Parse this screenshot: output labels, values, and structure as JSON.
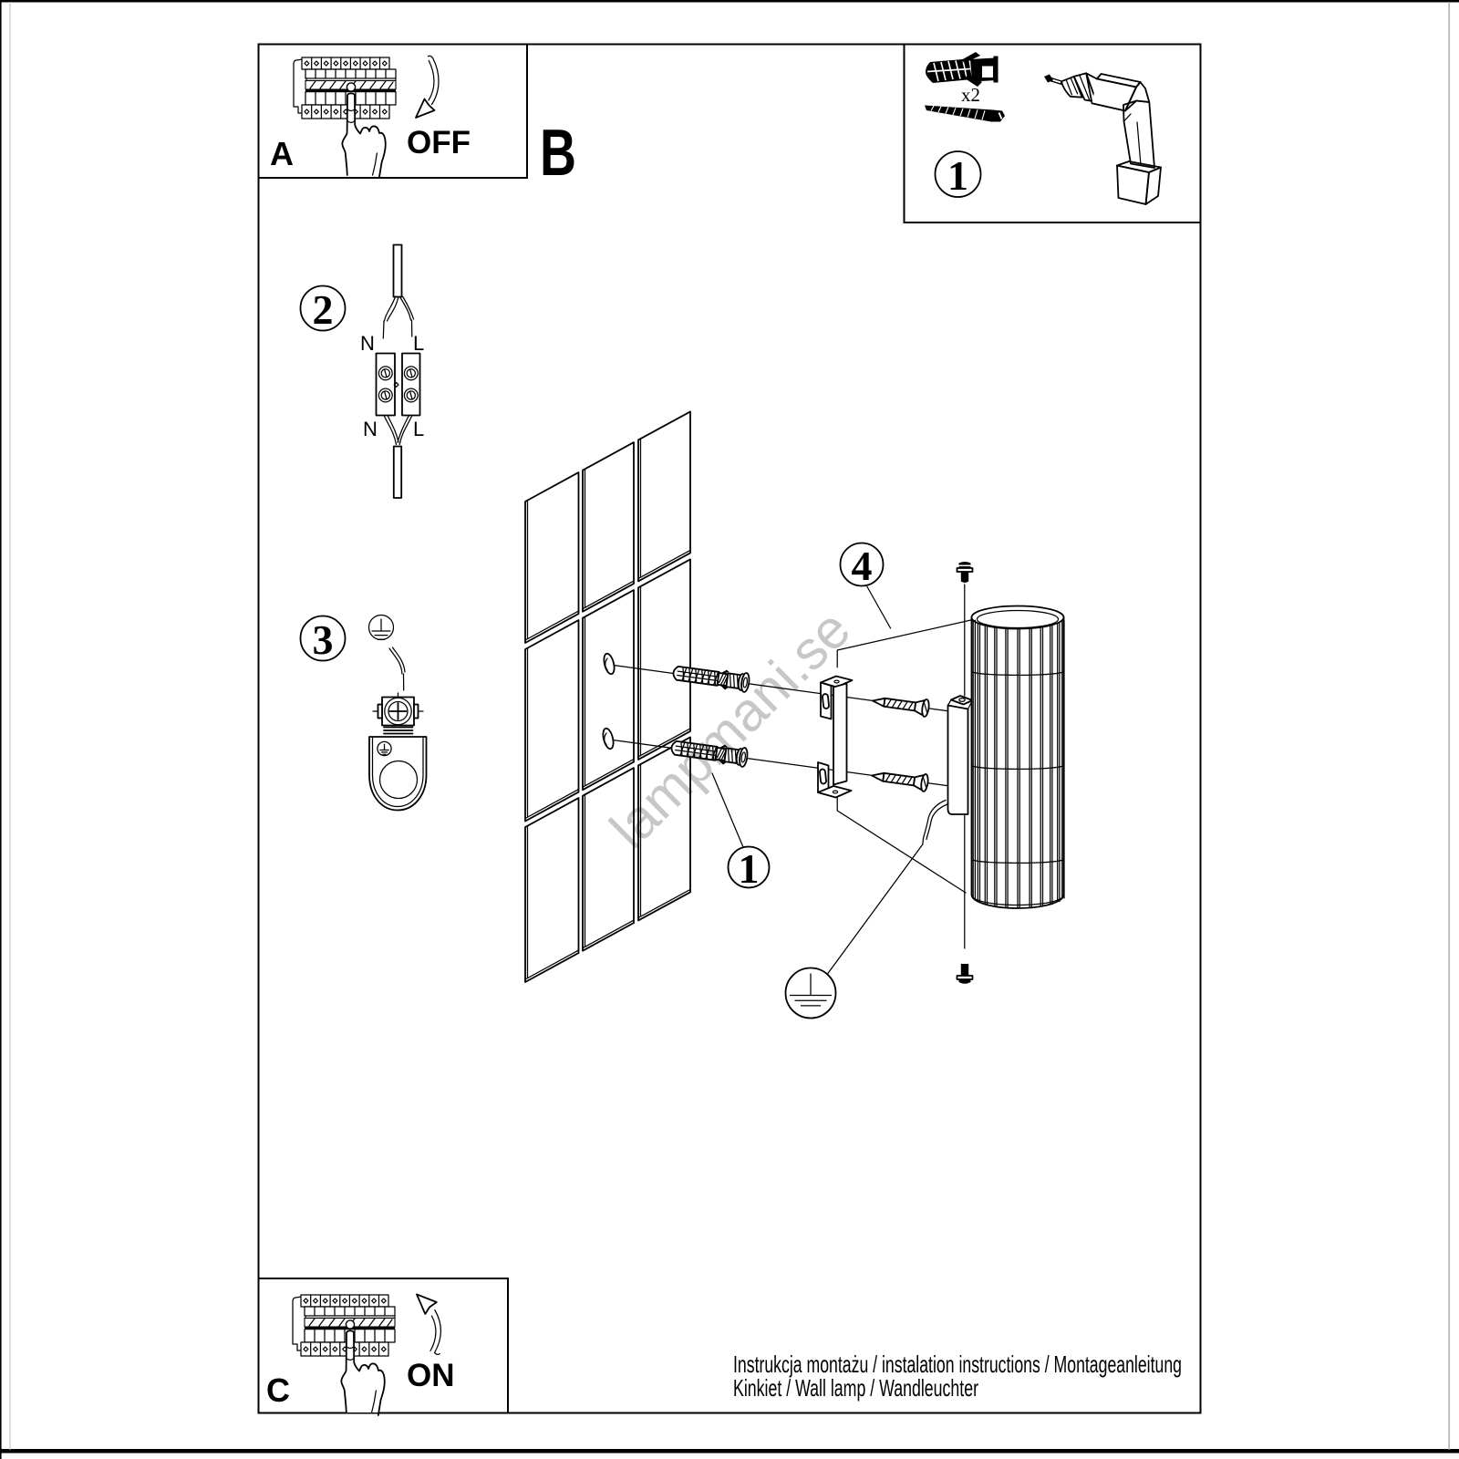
{
  "steps": {
    "a": "A",
    "b": "B",
    "c": "C"
  },
  "switch_labels": {
    "off": "OFF",
    "on": "ON"
  },
  "parts": {
    "quantity": "x2"
  },
  "callouts": {
    "tools": "1",
    "wires": "2",
    "earth_clamp": "3",
    "mounting": "4",
    "wall_plugs": "1"
  },
  "wiring": {
    "top_n": "N",
    "top_l": "L",
    "bottom_n": "N",
    "bottom_l": "L"
  },
  "footer": {
    "line1": "Instrukcja montażu / instalation instructions / Montageanleitung",
    "line2": "Kinkiet / Wall lamp / Wandleuchter"
  },
  "watermark": "lampmani.se",
  "colors": {
    "ink": "#000000",
    "paper": "#ffffff",
    "watermark": "#c7c7c7"
  }
}
